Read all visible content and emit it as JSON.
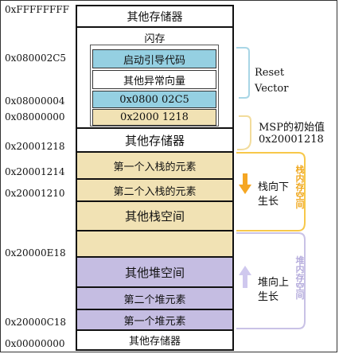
{
  "addresses": {
    "a0": "0xFFFFFFFF",
    "a1": "0x080002C5",
    "a2": "0x08000004",
    "a3": "0x08000000",
    "a4": "0x20001218",
    "a5": "0x20001214",
    "a6": "0x20001210",
    "a7": "0x20000E18",
    "a8": "0x20000C18",
    "a9": "0x00000000"
  },
  "memory": {
    "top_other": "其他存储器",
    "flash_title": "闪存",
    "boot_code": "启动引导代码",
    "other_vectors": "其他异常向量",
    "reset_value": "0x0800 02C5",
    "msp_value": "0x2000 1218",
    "ram_other": "其他存储器",
    "stack_item1": "第一个入栈的元素",
    "stack_item2": "第二个入栈的元素",
    "stack_space": "其他栈空间",
    "heap_space": "其他堆空间",
    "heap_item2": "第二个堆元素",
    "heap_item1": "第一个堆元素",
    "bottom_other": "其他存储器"
  },
  "annotations": {
    "reset_line1": "Reset",
    "reset_line2": "Vector",
    "msp_line1": "MSP的初始值",
    "msp_line2": "0x20001218",
    "stack_dir1": "栈向下",
    "stack_dir2": "生长",
    "stack_space_vertical": "栈内存空间",
    "heap_dir1": "堆向上",
    "heap_dir2": "生长",
    "heap_space_vertical": "堆内存空间"
  },
  "colors": {
    "flash_blue": "#95d0e2",
    "stack_tan": "#f1e2b4",
    "heap_lavender": "#c5bde2",
    "stack_arrow": "#f5a623",
    "stack_bracket": "#f7c84a",
    "heap_bracket": "#c9c2e6"
  }
}
